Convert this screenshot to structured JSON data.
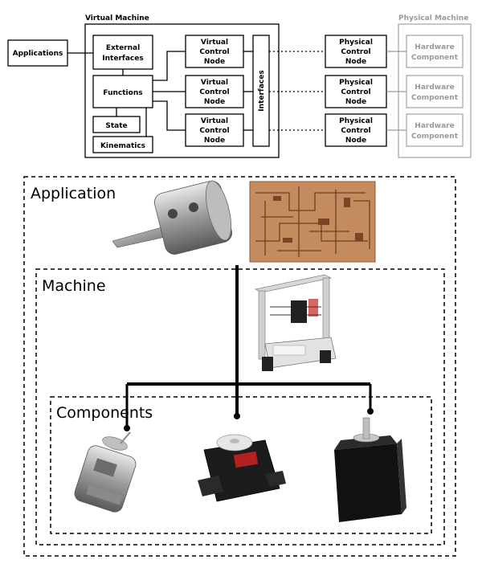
{
  "top_diagram": {
    "virtual_machine_title": "Virtual Machine",
    "physical_machine_title": "Physical Machine",
    "applications": "Applications",
    "external_interfaces": [
      "External",
      "Interfaces"
    ],
    "functions": "Functions",
    "state": "State",
    "kinematics": "Kinematics",
    "virtual_control_node": [
      "Virtual",
      "Control",
      "Node"
    ],
    "interfaces": "Interfaces",
    "physical_control_node": [
      "Physical",
      "Control",
      "Node"
    ],
    "hardware_component": [
      "Hardware",
      "Component"
    ]
  },
  "bottom_diagram": {
    "application_label": "Application",
    "machine_label": "Machine",
    "components_label": "Components"
  }
}
